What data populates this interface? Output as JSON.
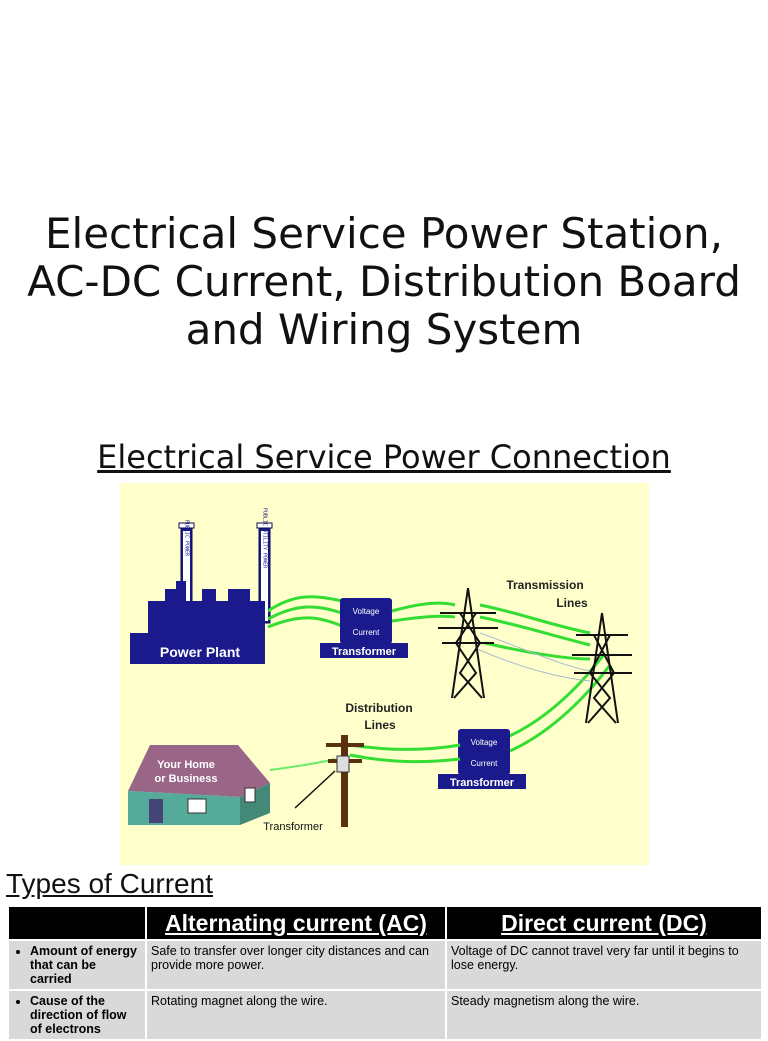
{
  "page": {
    "title_lines": [
      "Electrical Service Power Station,",
      "AC-DC Current, Distribution Board",
      "and Wiring System"
    ],
    "subtitle": "Electrical Service Power Connection"
  },
  "diagram": {
    "power_plant": "Power Plant",
    "stack_left": "PUBLIC POWER",
    "stack_right": "PUBLIC UTILITY POWER",
    "transformer_top": {
      "label": "Transformer",
      "voltage": "Voltage",
      "current": "Current"
    },
    "transmission_lines": [
      "Transmission",
      "Lines"
    ],
    "distribution_lines": [
      "Distribution",
      "Lines"
    ],
    "transformer_bottom": {
      "label": "Transformer",
      "voltage": "Voltage",
      "current": "Current"
    },
    "home": [
      "Your Home",
      "or Business"
    ],
    "pole_transformer": "Transformer"
  },
  "types_heading": "Types of Current",
  "table": {
    "headers": [
      "",
      "Alternating current (AC)",
      "Direct current (DC)"
    ],
    "rows": [
      {
        "label": "Amount of energy that can be carried",
        "ac": "Safe to transfer over longer city distances and can provide more power.",
        "dc": "Voltage of DC cannot travel very far until it begins to lose energy."
      },
      {
        "label": "Cause of the direction of flow of electrons",
        "ac": "Rotating magnet along the wire.",
        "dc": "Steady magnetism along the wire."
      }
    ]
  }
}
